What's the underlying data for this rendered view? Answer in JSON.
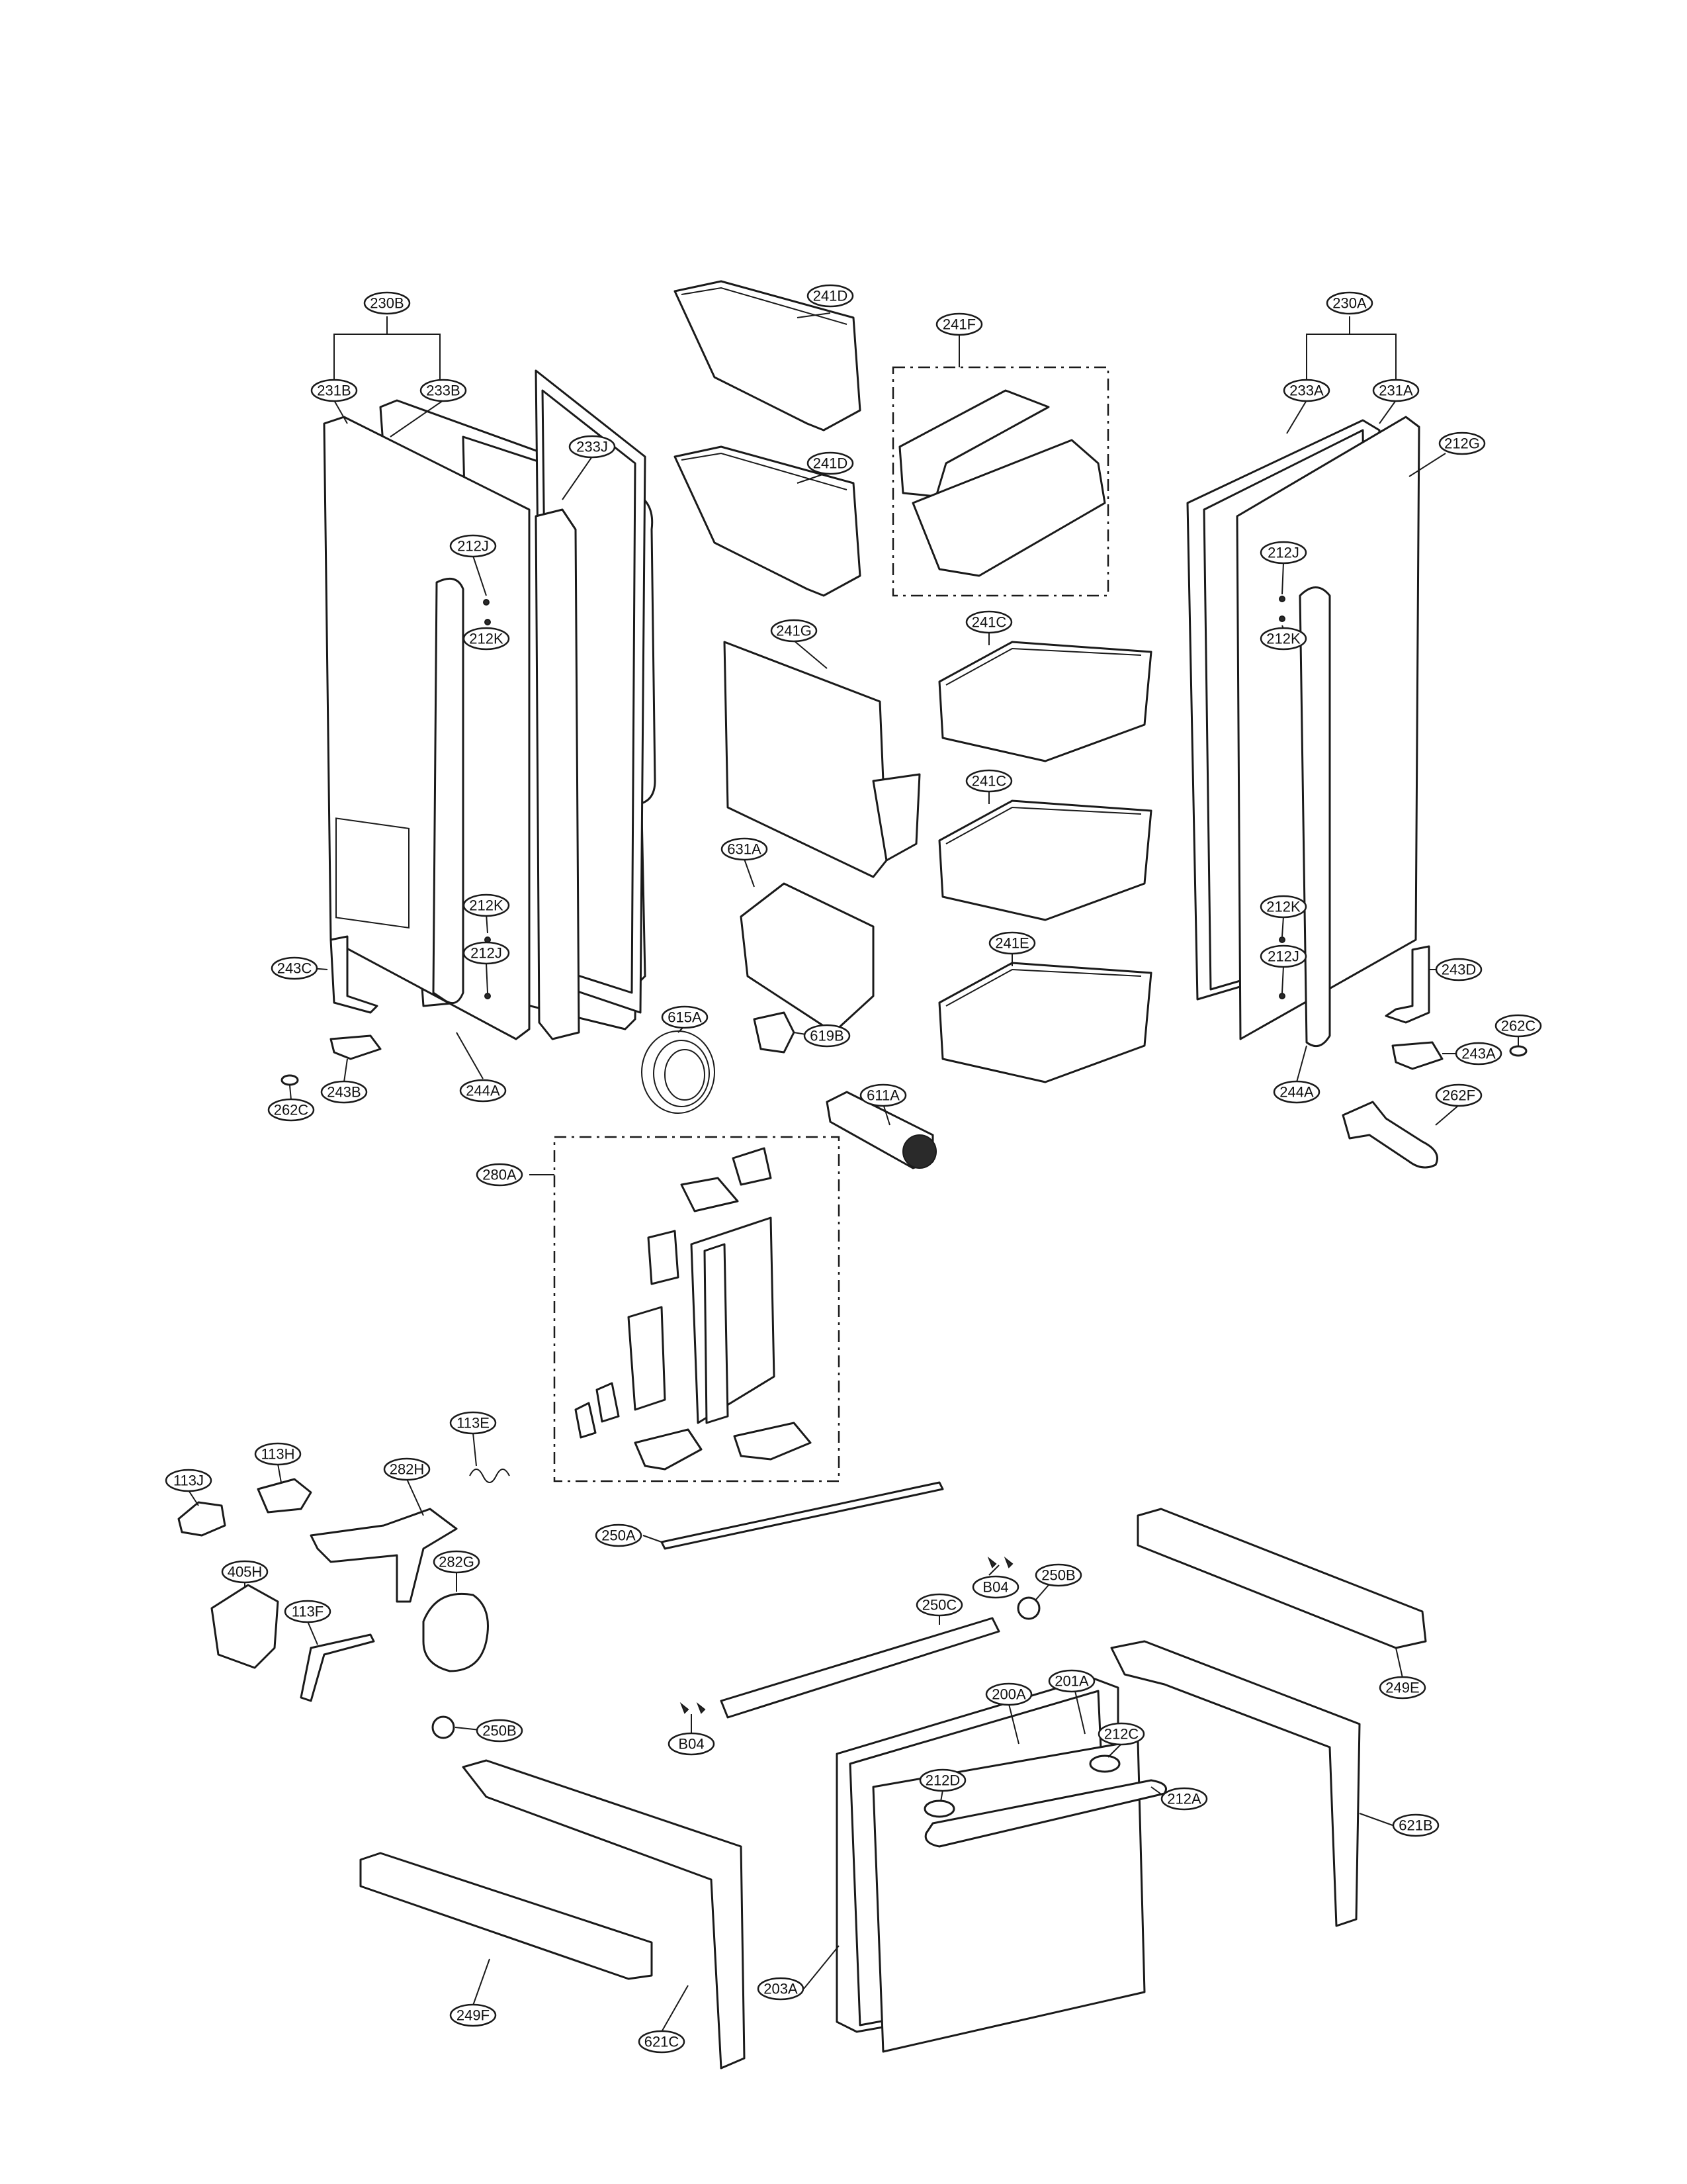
{
  "diagram": {
    "type": "exploded-parts-diagram",
    "callouts": [
      {
        "key": "230B",
        "label": "230B"
      },
      {
        "key": "231B",
        "label": "231B"
      },
      {
        "key": "233B",
        "label": "233B"
      },
      {
        "key": "233J",
        "label": "233J"
      },
      {
        "key": "212J_L1",
        "label": "212J"
      },
      {
        "key": "212K_L1",
        "label": "212K"
      },
      {
        "key": "212K_L2",
        "label": "212K"
      },
      {
        "key": "212J_L2",
        "label": "212J"
      },
      {
        "key": "243C",
        "label": "243C"
      },
      {
        "key": "243B",
        "label": "243B"
      },
      {
        "key": "244A_L",
        "label": "244A"
      },
      {
        "key": "262C_L",
        "label": "262C"
      },
      {
        "key": "241D_1",
        "label": "241D"
      },
      {
        "key": "241D_2",
        "label": "241D"
      },
      {
        "key": "241F",
        "label": "241F"
      },
      {
        "key": "241G",
        "label": "241G"
      },
      {
        "key": "241C_1",
        "label": "241C"
      },
      {
        "key": "241C_2",
        "label": "241C"
      },
      {
        "key": "241E",
        "label": "241E"
      },
      {
        "key": "631A",
        "label": "631A"
      },
      {
        "key": "615A",
        "label": "615A"
      },
      {
        "key": "619B",
        "label": "619B"
      },
      {
        "key": "611A",
        "label": "611A"
      },
      {
        "key": "280A",
        "label": "280A"
      },
      {
        "key": "230A",
        "label": "230A"
      },
      {
        "key": "233A",
        "label": "233A"
      },
      {
        "key": "231A",
        "label": "231A"
      },
      {
        "key": "212G",
        "label": "212G"
      },
      {
        "key": "212J_R1",
        "label": "212J"
      },
      {
        "key": "212K_R1",
        "label": "212K"
      },
      {
        "key": "212K_R2",
        "label": "212K"
      },
      {
        "key": "212J_R2",
        "label": "212J"
      },
      {
        "key": "243D",
        "label": "243D"
      },
      {
        "key": "262C_R",
        "label": "262C"
      },
      {
        "key": "243A",
        "label": "243A"
      },
      {
        "key": "244A_R",
        "label": "244A"
      },
      {
        "key": "262F",
        "label": "262F"
      },
      {
        "key": "113J",
        "label": "113J"
      },
      {
        "key": "113H",
        "label": "113H"
      },
      {
        "key": "113E",
        "label": "113E"
      },
      {
        "key": "282H",
        "label": "282H"
      },
      {
        "key": "282G",
        "label": "282G"
      },
      {
        "key": "405H",
        "label": "405H"
      },
      {
        "key": "113F",
        "label": "113F"
      },
      {
        "key": "250A",
        "label": "250A"
      },
      {
        "key": "B04_1",
        "label": "B04"
      },
      {
        "key": "250B_1",
        "label": "250B"
      },
      {
        "key": "249E",
        "label": "249E"
      },
      {
        "key": "250C",
        "label": "250C"
      },
      {
        "key": "B04_2",
        "label": "B04"
      },
      {
        "key": "250B_2",
        "label": "250B"
      },
      {
        "key": "200A",
        "label": "200A"
      },
      {
        "key": "201A",
        "label": "201A"
      },
      {
        "key": "212C",
        "label": "212C"
      },
      {
        "key": "212D",
        "label": "212D"
      },
      {
        "key": "212A",
        "label": "212A"
      },
      {
        "key": "621B",
        "label": "621B"
      },
      {
        "key": "203A",
        "label": "203A"
      },
      {
        "key": "249F",
        "label": "249F"
      },
      {
        "key": "621C",
        "label": "621C"
      }
    ]
  }
}
